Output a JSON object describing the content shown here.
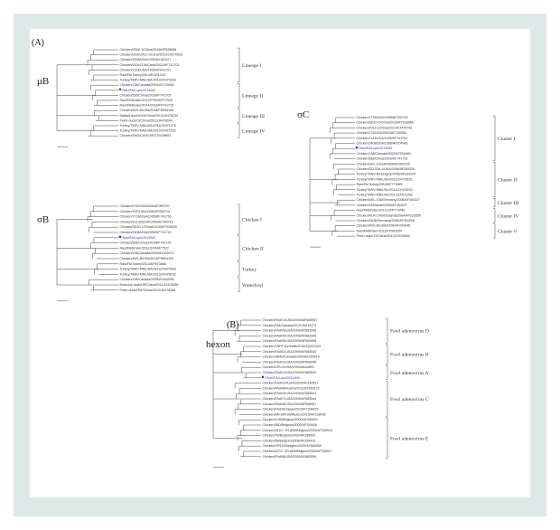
{
  "figure": {
    "panel_a_label": "(A)",
    "panel_b_label": "(B)",
    "trees": {
      "muB": {
        "title": "μB",
        "leaves": [
          "Chicken/ON/0-1/China/2016/KP028656",
          "Chicken/USA/2012-1/Cana/2010/JX070933",
          "Chicken/2009/USA/1995/AY180227",
          "Chicken/USA/1118/Cana/2012/KF741702",
          "Chicken/1133/USA/1995/AY641707",
          "Rasi/FA/Turkey/2014/FI1F41107",
          "Turkey/TARV-MN/USA/2013/JX070933",
          "Chicken/138/Canada/2009/AY176982",
          "Rasi/FA/Lupu/2014/M3",
          "Chicken/526/China/2016/KF741702",
          "Rasi/FA/Broiler/2012/FP52/KP77529",
          "Rasi/FA/Broiler/2014/2016/KF741715",
          "Chicken/AVS-B/USA/2016/FR694198",
          "Mallard duck/H16/China/2013/JX478234",
          "Pekin duck/Cl/China/2012/JX478240",
          "Turkey/TARV-MN/USA/2014/JX471275",
          "Turkey/TARV-MN/USA/2013/JX471262",
          "Chicken/SNG/CAN/1997/JX478893"
        ],
        "highlighted": [
          8
        ],
        "clades": [
          "Lineage I",
          "Lineage II",
          "Lineage III",
          "Lineage IV"
        ]
      },
      "sigmaB": {
        "title": "σB",
        "leaves": [
          "Chicken/176/USA/2006/AF059720",
          "Chicken/S4F/USA/1995/AF059719",
          "Chicken/1733/USA/1995/KF741756",
          "Chicken/S1133/USA/1995/AF059715",
          "Chicken/SD10-1/China/2016/KP028605",
          "Chicken/2408/USA/1998/KF741713",
          "Rasi/FA/Lupu/2014/M3",
          "Chicken/526/China/2016/KF741724",
          "Rasi/FA/Broiler/2012/1/KM877522",
          "Chicken/138/Canada/2009/AY009472",
          "Chicken/AVS-B/USA/2013/FR694199",
          "Rasi/FA/Turkey/2014/KP073666",
          "Turkey/TARV-MN/USA/2013/JX470933",
          "Turkey/TARV-MN/USA/2013/JX478232",
          "Chicken/138/Canada/2009/AY642050",
          "Muscovy duck/HP/China/2011/JX478286",
          "Pekin duck/FB1/China/2012/JX478288"
        ],
        "highlighted": [
          6
        ],
        "clades": [
          "Chicken I",
          "Chicken II",
          "Turkey",
          "Waterfowl"
        ]
      },
      "sigmaC": {
        "title": "σC",
        "leaves": [
          "Chicken/1733/USA/1995/AF330703",
          "Chicken/SD10-0/China/2016/KP028660",
          "Chicken/2013-1/China/2013/KJ476706",
          "Chicken/176/USA/2002/AF218358",
          "Chicken/1133/USA/1995/KF741702",
          "Chicken/2408/USA/1998/AF204945",
          "Rasi/FA/Lupu/2014/M3",
          "Chicken/138/Canada/2002/AF204945",
          "Chicken/526/China/2016/KF741792",
          "Chicken/UEL-1/USA/2006/AF354226",
          "Chicken/S1133A-1/USA/2006/AF354226",
          "Turkey/TARV-B/Hungary/2006/AF354229",
          "Turkey/TARV-MN/USA/2013/JX478231",
          "Rasi/FA/Turkey/2014/KF773969",
          "Turkey/TARV-MN/USA/2014/JX478232",
          "Turkey/TARV-MN/USA/2013/JX471262",
          "Chicken/UEL-108/Germany/2006/AF354227",
          "Chicken/918/Israel/2006/AF354227",
          "Rasi/FA/Broiler/2012/1/KF773946",
          "Chicken/NLR-1/Netherlands/2004/AF218359",
          "Chicken/2408/Germany/2006/AF354228",
          "Chicken/AVS-B/USA/2006/AF204945",
          "Rasi/FA/Broiler/2011/KP083204",
          "Pekin duck/TJ/China/2012/JX478284"
        ],
        "highlighted": [
          6
        ],
        "clades": [
          "Cluster I",
          "Cluster II",
          "Cluster III",
          "Cluster IV",
          "Cluster V"
        ]
      },
      "hexon": {
        "title": "hexon",
        "leaves": [
          "Chicken/FAdV-5/USA/2000/AF508957",
          "Chicken/784/Canada/2012/JN112373",
          "Chicken/FAdV5/USA/2009/AY683546",
          "Chicken/FAdV5/USA/2009/AY683549",
          "Chicken/FAdV5/USA/2009/AF508956",
          "Chicken/TNFP-AV/India/2016/JQ031023",
          "Chicken/FAdV2/USA/2009/AY683543",
          "Chicken/SR49/Canada/2009/AF339919",
          "Chicken/FAdV1/USA/2009/AF508949",
          "Chicken/CELO/USA/1993/AAA4801",
          "Chicken/FAdV1/USA/2009/AY683540",
          "FAdV/FA/Lupu/2014/M3",
          "Chicken/FAdV10/USA/2009/AF339921",
          "Chicken/FAdV8/Austria/2011/KF053122",
          "Chicken/FAdV4/USA/2009/AY683541",
          "Chicken/FAdV7/USA/2009/AY683544",
          "Chicken/FAdV5/USA/2009/AF508957",
          "Chicken/FAdV6/Japan/2015/KT206429",
          "Chicken/MK-M/P95/Mexico/2015/HF208435",
          "Chicken/C2B/Belgium/2009/AF339921",
          "Chicken/380/Belgium/2009/AF339926",
          "Chicken/ATCC VR-828/Belgium/2000/AF339916",
          "Chicken/T8/Belgium/2004/AF339930",
          "Chicken/56/Belgium/2004/AF339915",
          "Chicken/CR119/Belgium/2009/AY683550",
          "Chicken/ATCC VR-829/Belgium/2004/AF339917",
          "Chicken/FAdV8/USA/2009/AY683556"
        ],
        "highlighted": [
          11
        ],
        "clades": [
          "Fowl adenovirus D",
          "Fowl adenovirus B",
          "Fowl adenovirus A",
          "Fowl adenovirus C",
          "Fowl adenovirus E"
        ]
      }
    },
    "colors": {
      "frame": "#dde9e6",
      "highlight": "#3333cc",
      "branch": "#444444"
    }
  }
}
